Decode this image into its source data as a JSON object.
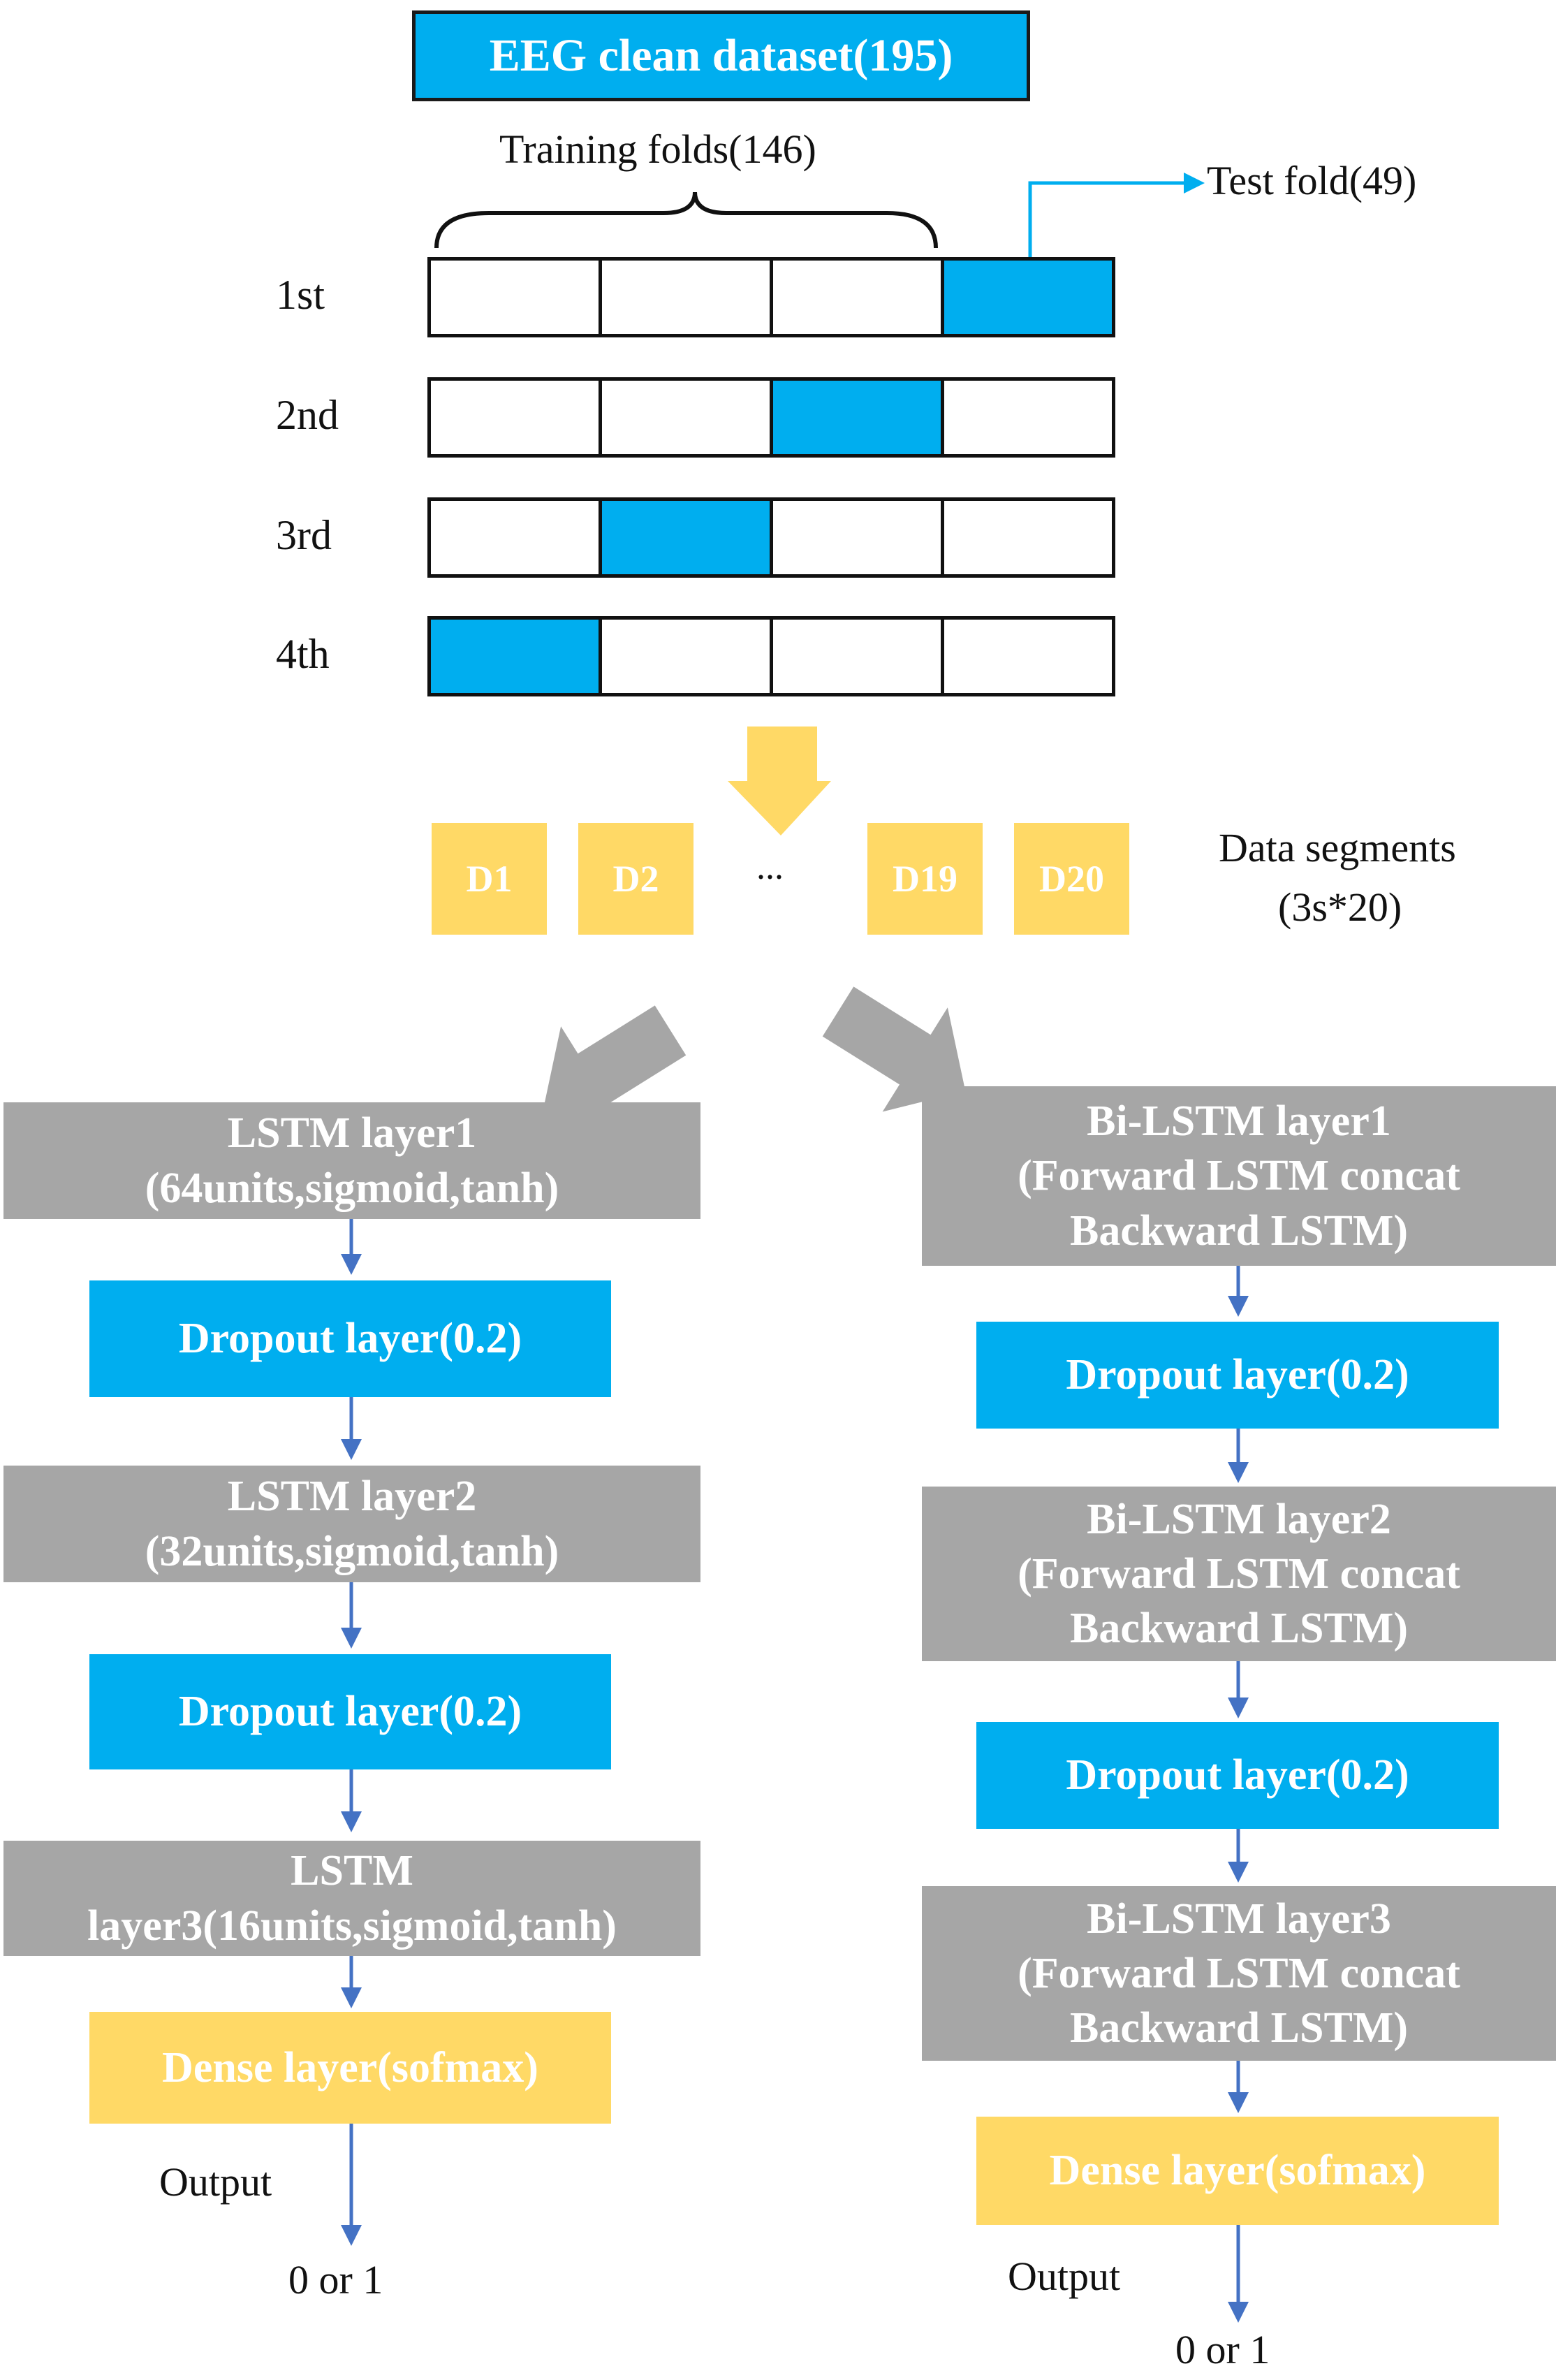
{
  "dataset": {
    "label": "EEG clean dataset(195)"
  },
  "folds": {
    "training_label": "Training folds(146)",
    "test_label": "Test fold(49)",
    "rows": [
      {
        "label": "1st",
        "test_index": 3
      },
      {
        "label": "2nd",
        "test_index": 2
      },
      {
        "label": "3rd",
        "test_index": 1
      },
      {
        "label": "4th",
        "test_index": 0
      }
    ]
  },
  "segments": {
    "items": [
      "D1",
      "D2",
      "D19",
      "D20"
    ],
    "ellipsis": "...",
    "caption_line1": "Data segments",
    "caption_line2": "(3s*20)"
  },
  "lstm_branch": {
    "layers": [
      {
        "type": "lstm",
        "lines": [
          "LSTM layer1",
          "(64units,sigmoid,tanh)"
        ]
      },
      {
        "type": "dropout",
        "lines": [
          "Dropout layer(0.2)"
        ]
      },
      {
        "type": "lstm",
        "lines": [
          "LSTM layer2",
          "(32units,sigmoid,tanh)"
        ]
      },
      {
        "type": "dropout",
        "lines": [
          "Dropout layer(0.2)"
        ]
      },
      {
        "type": "lstm",
        "lines": [
          "LSTM",
          "layer3(16units,sigmoid,tanh)"
        ]
      },
      {
        "type": "dense",
        "lines": [
          "Dense layer(sofmax)"
        ]
      }
    ],
    "output_label": "Output",
    "result_label": "0 or 1"
  },
  "bilstm_branch": {
    "layers": [
      {
        "type": "lstm",
        "lines": [
          "Bi-LSTM layer1",
          "(Forward LSTM concat",
          "Backward LSTM)"
        ]
      },
      {
        "type": "dropout",
        "lines": [
          "Dropout layer(0.2)"
        ]
      },
      {
        "type": "lstm",
        "lines": [
          "Bi-LSTM layer2",
          "(Forward LSTM concat",
          "Backward LSTM)"
        ]
      },
      {
        "type": "dropout",
        "lines": [
          "Dropout layer(0.2)"
        ]
      },
      {
        "type": "lstm",
        "lines": [
          "Bi-LSTM layer3",
          "(Forward LSTM concat",
          "Backward LSTM)"
        ]
      },
      {
        "type": "dense",
        "lines": [
          "Dense layer(sofmax)"
        ]
      }
    ],
    "output_label": "Output",
    "result_label": "0 or 1"
  },
  "colors": {
    "blue": "#00aeef",
    "gray": "#a6a6a6",
    "yellow": "#ffd966",
    "arrow_blue": "#4472c4"
  }
}
